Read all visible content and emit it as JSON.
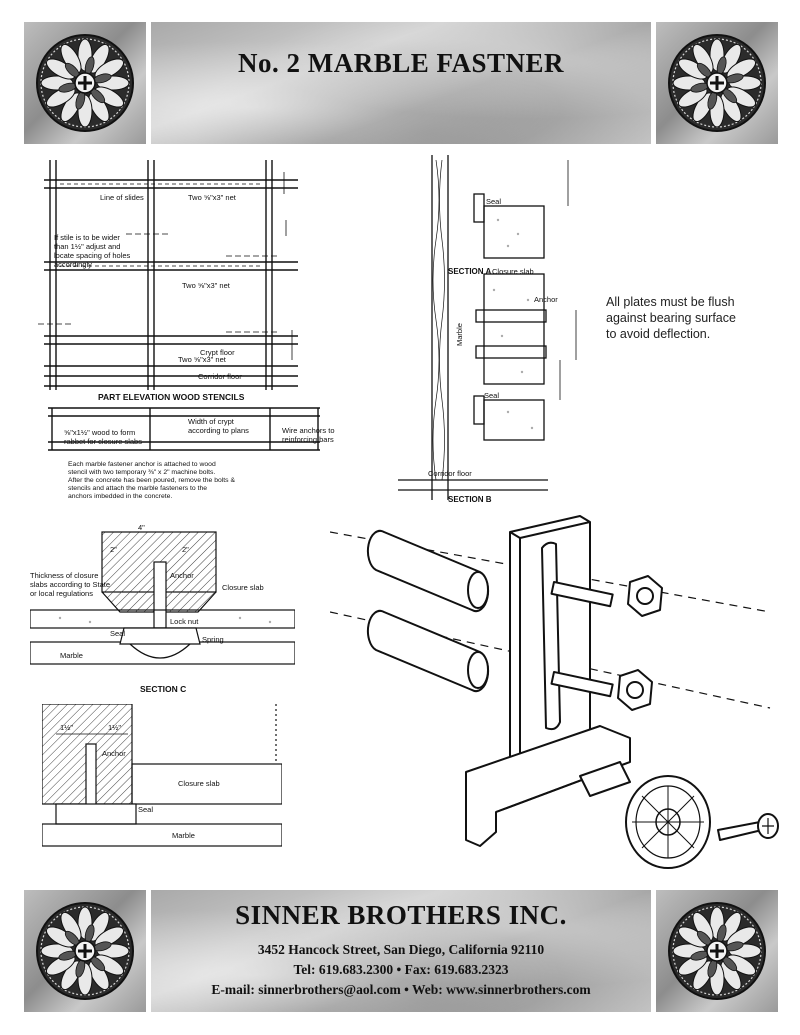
{
  "header": {
    "title": "No. 2 MARBLE FASTNER"
  },
  "note": {
    "text_lines": [
      "All plates must be flush",
      "against bearing surface",
      "to avoid deflection."
    ]
  },
  "elevation": {
    "caption": "PART ELEVATION  WOOD STENCILS",
    "line_of_slides": "Line of slides",
    "two_net_top": "Two ⅝\"x3\" net",
    "two_net_mid": "Two ⅝\"x3\" net",
    "two_net_bottom": "Two ⅝\"x3\" net",
    "stile_note": [
      "If stile is to be wider",
      "than 1½\" adjust and",
      "locate spacing of holes",
      "accordingly"
    ],
    "crypt_floor": "Crypt floor",
    "corridor_floor": "Corridor floor",
    "wood_note": [
      "⅝\"x1½\" wood to form",
      "rabbet for closure slabs"
    ],
    "width_crypt": [
      "Width of crypt",
      "according to plans"
    ],
    "wire_anchors": [
      "Wire anchors to",
      "reinforcing bars"
    ],
    "footnote": [
      "Each marble fastener anchor is attached to wood",
      "stencil with two temporary ⅜\" x 2\" machine bolts.",
      "After the concrete has been poured, remove the bolts &",
      "stencils and attach the marble fasteners to the",
      "anchors imbedded in the concrete."
    ]
  },
  "section_a": {
    "label": "SECTION A",
    "closure_slab": "Closure slab",
    "seal_top": "Seal",
    "seal_bottom": "Seal",
    "anchor": "Anchor",
    "marble": "Marble",
    "corridor_floor": "Corridor floor",
    "section_b": "SECTION B"
  },
  "section_c": {
    "label": "SECTION C",
    "closure_note": [
      "Thickness of closure",
      "slabs according to State",
      "or local regulations"
    ],
    "anchor": "Anchor",
    "closure_slab": "Closure slab",
    "lock_nut": "Lock nut",
    "seal": "Seal",
    "spring": "Spring",
    "marble": "Marble",
    "dim_total": "4\"",
    "dim_half_left": "2\"",
    "dim_half_right": "2\""
  },
  "section_d": {
    "anchor": "Anchor",
    "closure_slab": "Closure slab",
    "seal": "Seal",
    "marble": "Marble",
    "dim_left": "1½\"",
    "dim_right": "1½\""
  },
  "footer": {
    "company": "SINNER BROTHERS INC.",
    "address": "3452 Hancock Street, San Diego, California 92110",
    "phone": "Tel: 619.683.2300 • Fax: 619.683.2323",
    "contact": "E-mail: sinnerbrothers@aol.com • Web: www.sinnerbrothers.com"
  }
}
